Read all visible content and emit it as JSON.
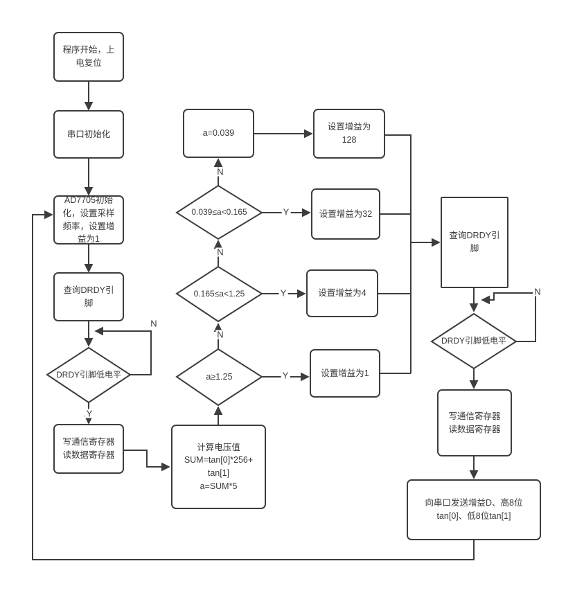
{
  "diagram": {
    "title": "AD7705 sampling program flowchart",
    "colors": {
      "line": "#3d3d3d",
      "box_fill": "#ffffff",
      "text": "#3a3a3a",
      "background": "#ffffff"
    },
    "nodes": {
      "start": {
        "text": "程序开始，上\n电复位"
      },
      "serial": {
        "text": "串口初始化"
      },
      "ad7705": {
        "text": "AD7705初始\n化，设置采样\n频率，设置增\n益为1"
      },
      "query1": {
        "text": "查询DRDY引\n脚"
      },
      "drdy1": {
        "text": "DRDY引脚低电平"
      },
      "write1": {
        "text": "写通信寄存器\n读数据寄存器"
      },
      "calc": {
        "text": "计算电压值\nSUM=tan[0]*256+\ntan[1]\na=SUM*5"
      },
      "a125": {
        "text": "a≥1.25"
      },
      "a0165": {
        "text": "0.165≤a<1.25"
      },
      "a0039": {
        "text": "0.039≤a<0.165"
      },
      "abox": {
        "text": "a=0.039"
      },
      "gain128": {
        "text": "设置增益为\n128"
      },
      "gain32": {
        "text": "设置增益为32"
      },
      "gain4": {
        "text": "设置增益为4"
      },
      "gain1": {
        "text": "设置增益为1"
      },
      "query2": {
        "text": "查询DRDY引\n脚"
      },
      "drdy2": {
        "text": "DRDY引脚低电平"
      },
      "write2": {
        "text": "写通信寄存器\n读数据寄存器"
      },
      "send": {
        "text": "向串口发送增益D、高8位\ntan[0]、低8位tan[1]"
      }
    },
    "labels": {
      "yes": "Y",
      "no": "N"
    }
  }
}
